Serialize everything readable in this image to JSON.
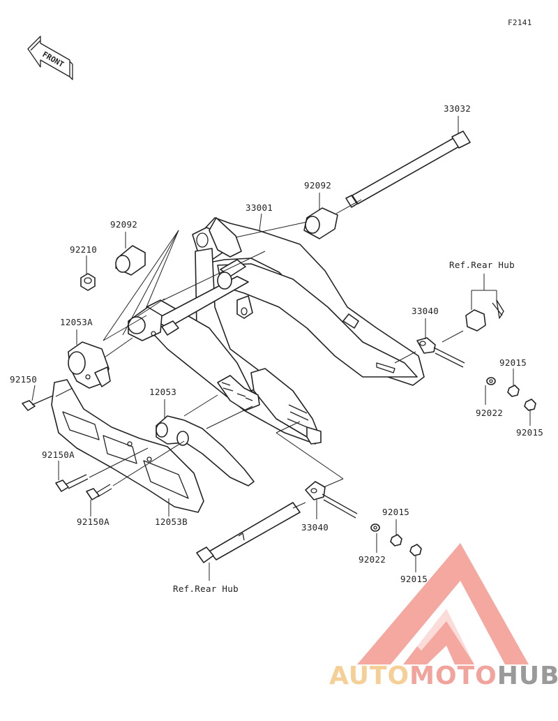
{
  "diagram": {
    "figure_code": "F2141",
    "front_label": "FRONT",
    "labels": {
      "p33032": "33032",
      "p92092_top": "92092",
      "p33001": "33001",
      "p92092_left": "92092",
      "p92210": "92210",
      "ref_rear_hub_top": "Ref.Rear Hub",
      "p33040_top": "33040",
      "p92015_a": "92015",
      "p92022_top": "92022",
      "p92015_b": "92015",
      "p12053A": "12053A",
      "p92150": "92150",
      "p12053": "12053",
      "p92150A_a": "92150A",
      "p92150A_b": "92150A",
      "p12053B": "12053B",
      "p33040_bottom": "33040",
      "p92015_c": "92015",
      "p92022_bottom": "92022",
      "p92015_d": "92015",
      "ref_rear_hub_bottom": "Ref.Rear Hub"
    }
  },
  "watermark": {
    "part1": "AUTO",
    "part2": "MOTO",
    "part3": "HUB",
    "colors": {
      "auto": "#f6cf96",
      "moto": "#f2a39b",
      "hub": "#9a9a9a",
      "logo": "#f4a8a0"
    }
  }
}
